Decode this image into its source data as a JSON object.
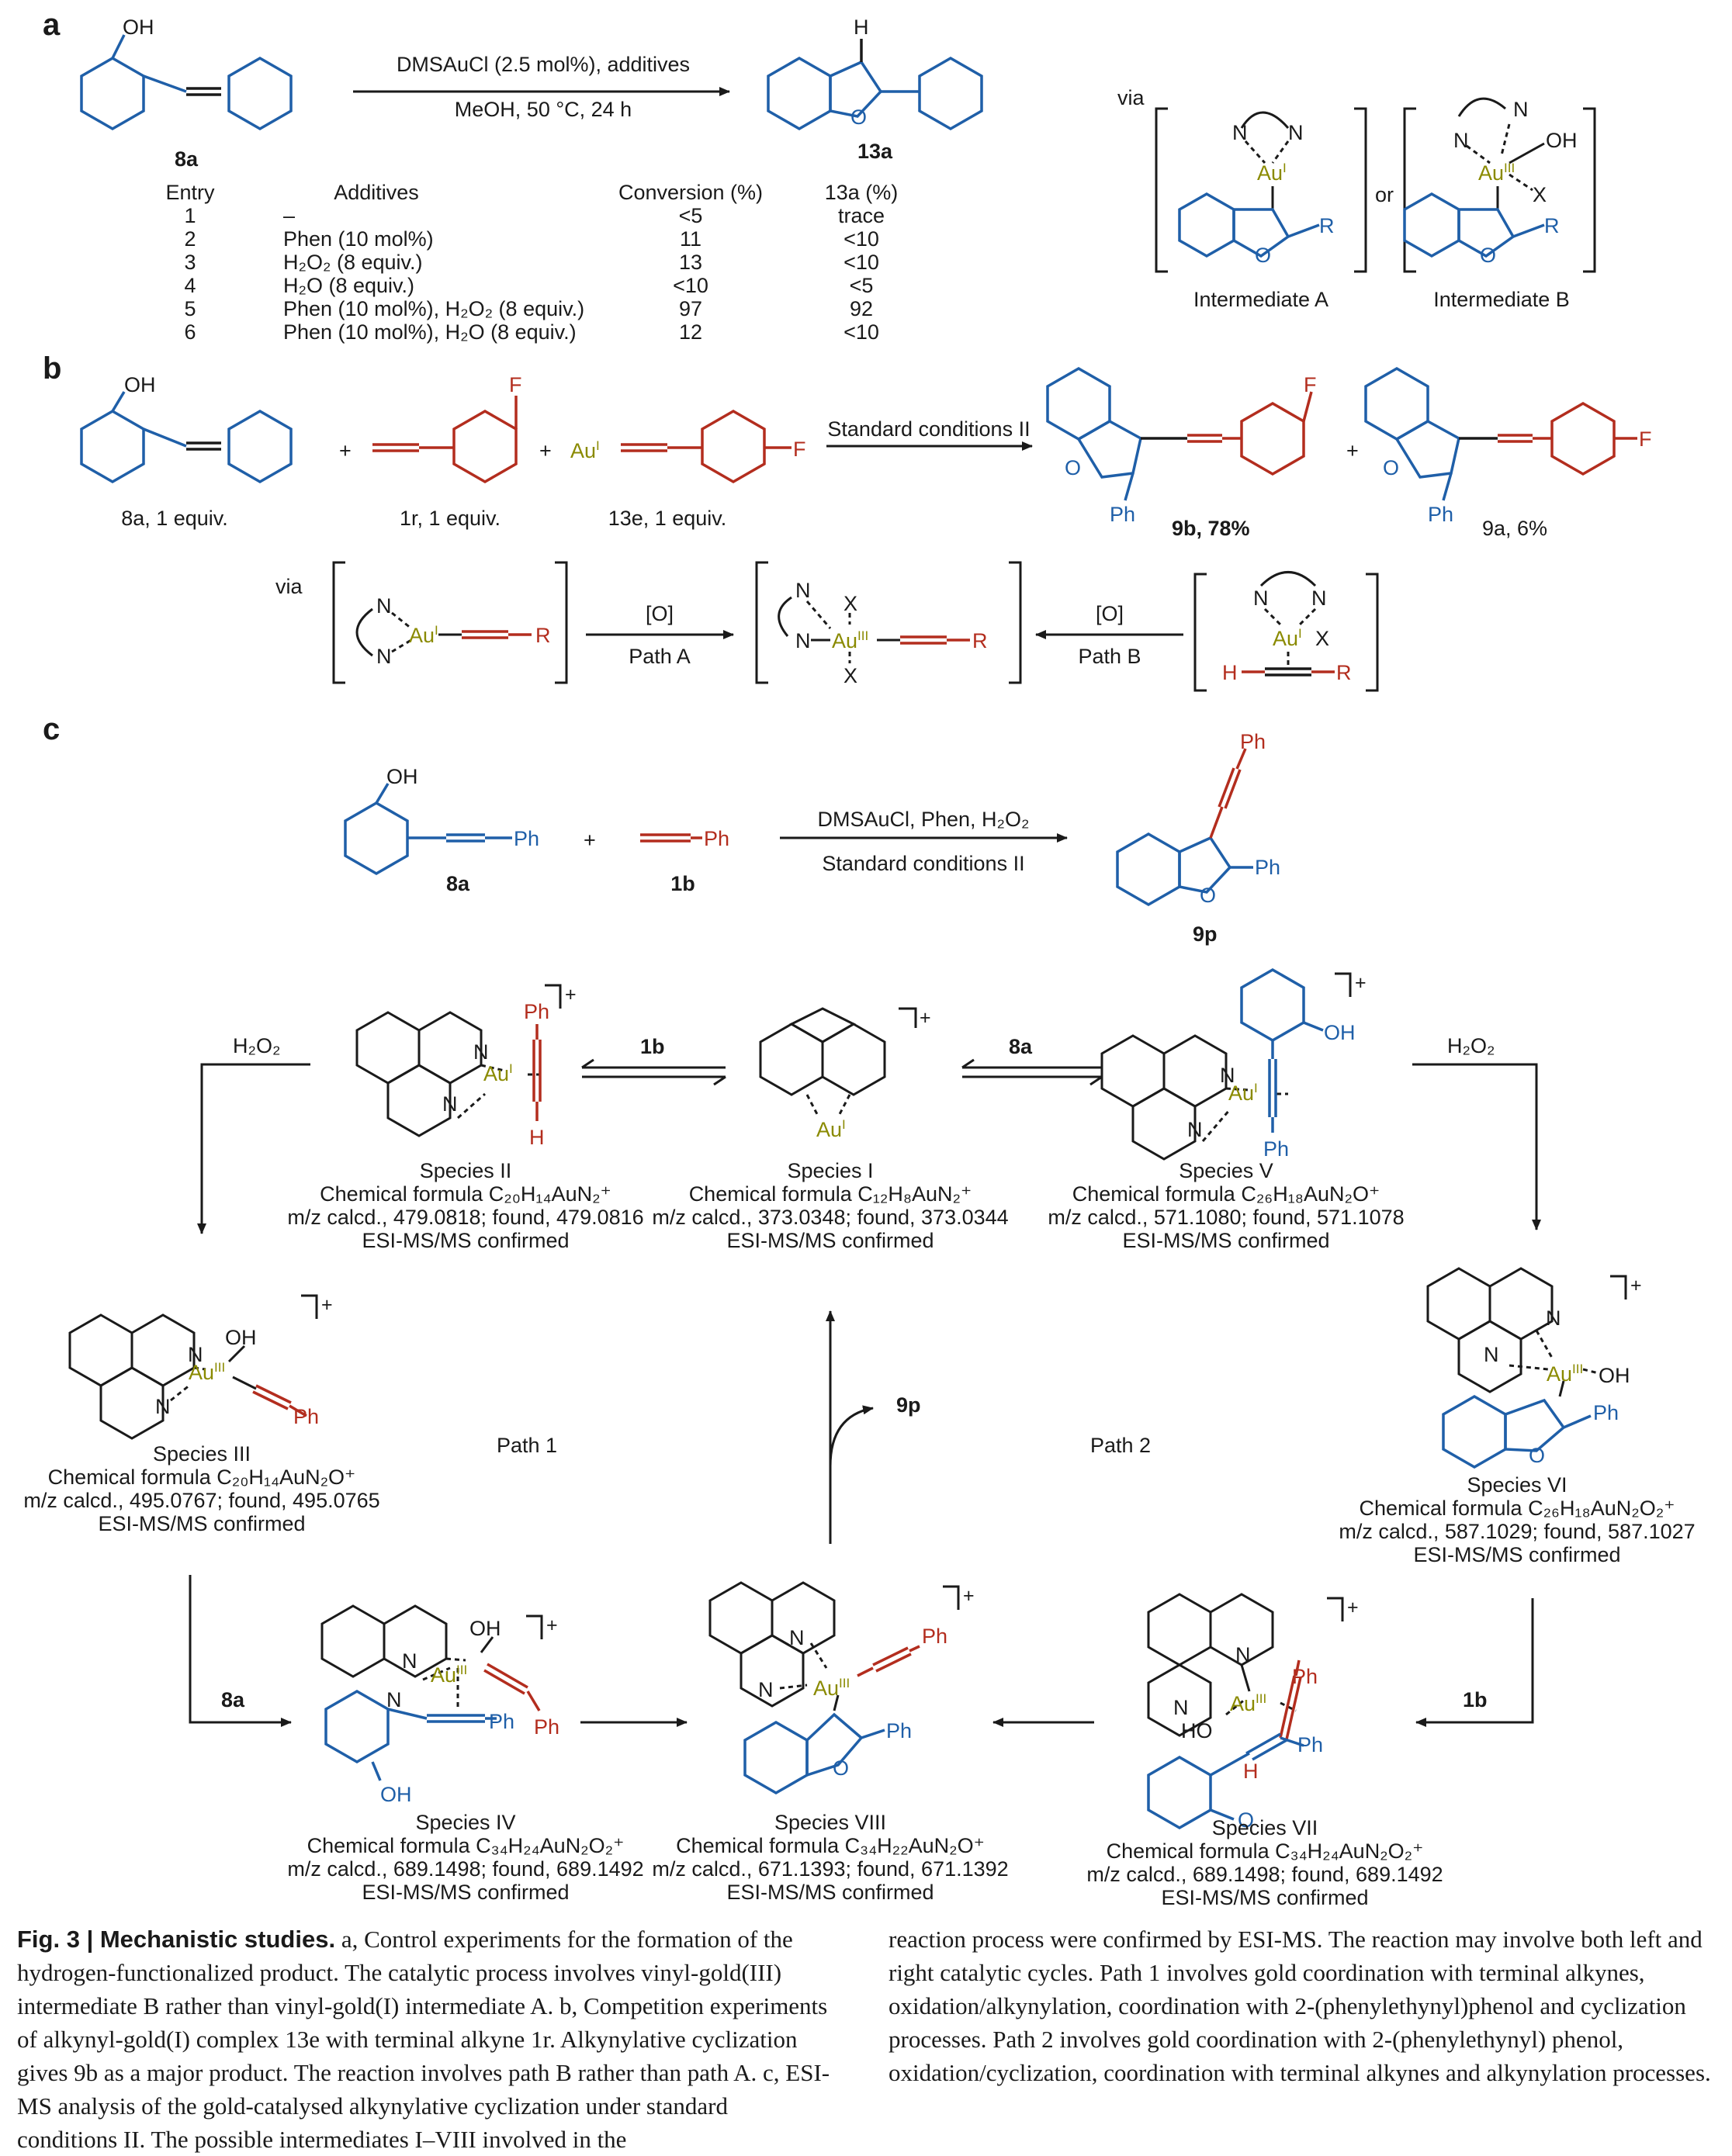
{
  "panel_labels": {
    "a": "a",
    "b": "b",
    "c": "c"
  },
  "colors": {
    "gold": "#8a8a00",
    "blue": "#1f5fa8",
    "red": "#b32d1e"
  },
  "panel_a": {
    "sm_oh": "OH",
    "sm_label": "8a",
    "conditions_top": "DMSAuCl (2.5 mol%), additives",
    "conditions_bottom": "MeOH, 50 °C, 24 h",
    "product_h": "H",
    "product_o": "O",
    "product_label": "13a",
    "table_headers": [
      "Entry",
      "Additives",
      "Conversion (%)",
      "13a (%)"
    ],
    "table_rows": [
      [
        "1",
        "–",
        "<5",
        "trace"
      ],
      [
        "2",
        "Phen (10 mol%)",
        "11",
        "<10"
      ],
      [
        "3",
        "H₂O₂ (8 equiv.)",
        "13",
        "<10"
      ],
      [
        "4",
        "H₂O (8 equiv.)",
        "<10",
        "<5"
      ],
      [
        "5",
        "Phen (10 mol%), H₂O₂ (8 equiv.)",
        "97",
        "92"
      ],
      [
        "6",
        "Phen (10 mol%), H₂O (8 equiv.)",
        "12",
        "<10"
      ]
    ],
    "via": "via",
    "or": "or",
    "intermediate_a": "Intermediate A",
    "intermediate_b": "Intermediate B",
    "n": "N",
    "oh": "OH",
    "x": "X",
    "r": "R",
    "o": "O",
    "au1": "Au",
    "au1_sup": "I",
    "au3": "Au",
    "au3_sup": "III"
  },
  "panel_b": {
    "label_8a": "8a, 1 equiv.",
    "label_1r": "1r, 1 equiv.",
    "label_13e": "13e, 1 equiv.",
    "plus": "+",
    "f": "F",
    "oh": "OH",
    "conditions": "Standard conditions II",
    "label_9b": "9b, 78%",
    "label_9a": "9a, 6%",
    "ph": "Ph",
    "o": "O",
    "via": "via",
    "oxidant": "[O]",
    "path_a": "Path A",
    "path_b": "Path B",
    "n": "N",
    "x": "X",
    "r": "R",
    "h": "H"
  },
  "panel_c": {
    "reagent_label": "8a",
    "alkyne_label": "1b",
    "product_label": "9p",
    "conditions_top": "DMSAuCl, Phen, H₂O₂",
    "conditions_bottom": "Standard conditions II",
    "ph": "Ph",
    "oh": "OH",
    "o": "O",
    "n": "N",
    "h": "H",
    "ho": "HO",
    "plus": "+",
    "h2o2": "H₂O₂",
    "arrow_1b": "1b",
    "arrow_8a": "8a",
    "release_9p": "9p",
    "path_1": "Path 1",
    "path_2": "Path 2",
    "species": [
      {
        "name": "Species I",
        "formula": "Chemical formula C₁₂H₈AuN₂⁺",
        "mz": "m/z calcd., 373.0348; found, 373.0344",
        "note": "ESI-MS/MS confirmed"
      },
      {
        "name": "Species II",
        "formula": "Chemical formula C₂₀H₁₄AuN₂⁺",
        "mz": "m/z calcd., 479.0818; found, 479.0816",
        "note": "ESI-MS/MS confirmed"
      },
      {
        "name": "Species III",
        "formula": "Chemical formula C₂₀H₁₄AuN₂O⁺",
        "mz": "m/z calcd., 495.0767; found, 495.0765",
        "note": "ESI-MS/MS confirmed"
      },
      {
        "name": "Species IV",
        "formula": "Chemical formula C₃₄H₂₄AuN₂O₂⁺",
        "mz": "m/z calcd., 689.1498; found, 689.1492",
        "note": "ESI-MS/MS confirmed"
      },
      {
        "name": "Species V",
        "formula": "Chemical formula C₂₆H₁₈AuN₂O⁺",
        "mz": "m/z calcd., 571.1080; found, 571.1078",
        "note": "ESI-MS/MS confirmed"
      },
      {
        "name": "Species VI",
        "formula": "Chemical formula C₂₆H₁₈AuN₂O₂⁺",
        "mz": "m/z calcd., 587.1029; found, 587.1027",
        "note": "ESI-MS/MS confirmed"
      },
      {
        "name": "Species VII",
        "formula": "Chemical formula C₃₄H₂₄AuN₂O₂⁺",
        "mz": "m/z calcd., 689.1498; found, 689.1492",
        "note": "ESI-MS/MS confirmed"
      },
      {
        "name": "Species VIII",
        "formula": "Chemical formula C₃₄H₂₂AuN₂O⁺",
        "mz": "m/z calcd., 671.1393; found, 671.1392",
        "note": "ESI-MS/MS confirmed"
      }
    ]
  },
  "caption": {
    "fig_label": "Fig. 3 | Mechanistic studies.",
    "left": "a, Control experiments for the formation of the hydrogen-functionalized product. The catalytic process involves vinyl-gold(III) intermediate B rather than vinyl-gold(I) intermediate A. b, Competition experiments of alkynyl-gold(I) complex 13e with terminal alkyne 1r. Alkynylative cyclization gives 9b as a major product. The reaction involves path B rather than path A. c, ESI-MS analysis of the gold-catalysed alkynylative cyclization under standard conditions II. The possible intermediates I–VIII involved in the",
    "right": "reaction process were confirmed by ESI-MS. The reaction may involve both left and right catalytic cycles. Path 1 involves gold coordination with terminal alkynes, oxidation/alkynylation, coordination with 2-(phenylethynyl)phenol and cyclization processes. Path 2 involves gold coordination with 2-(phenylethynyl) phenol, oxidation/cyclization, coordination with terminal alkynes and alkynylation processes."
  }
}
